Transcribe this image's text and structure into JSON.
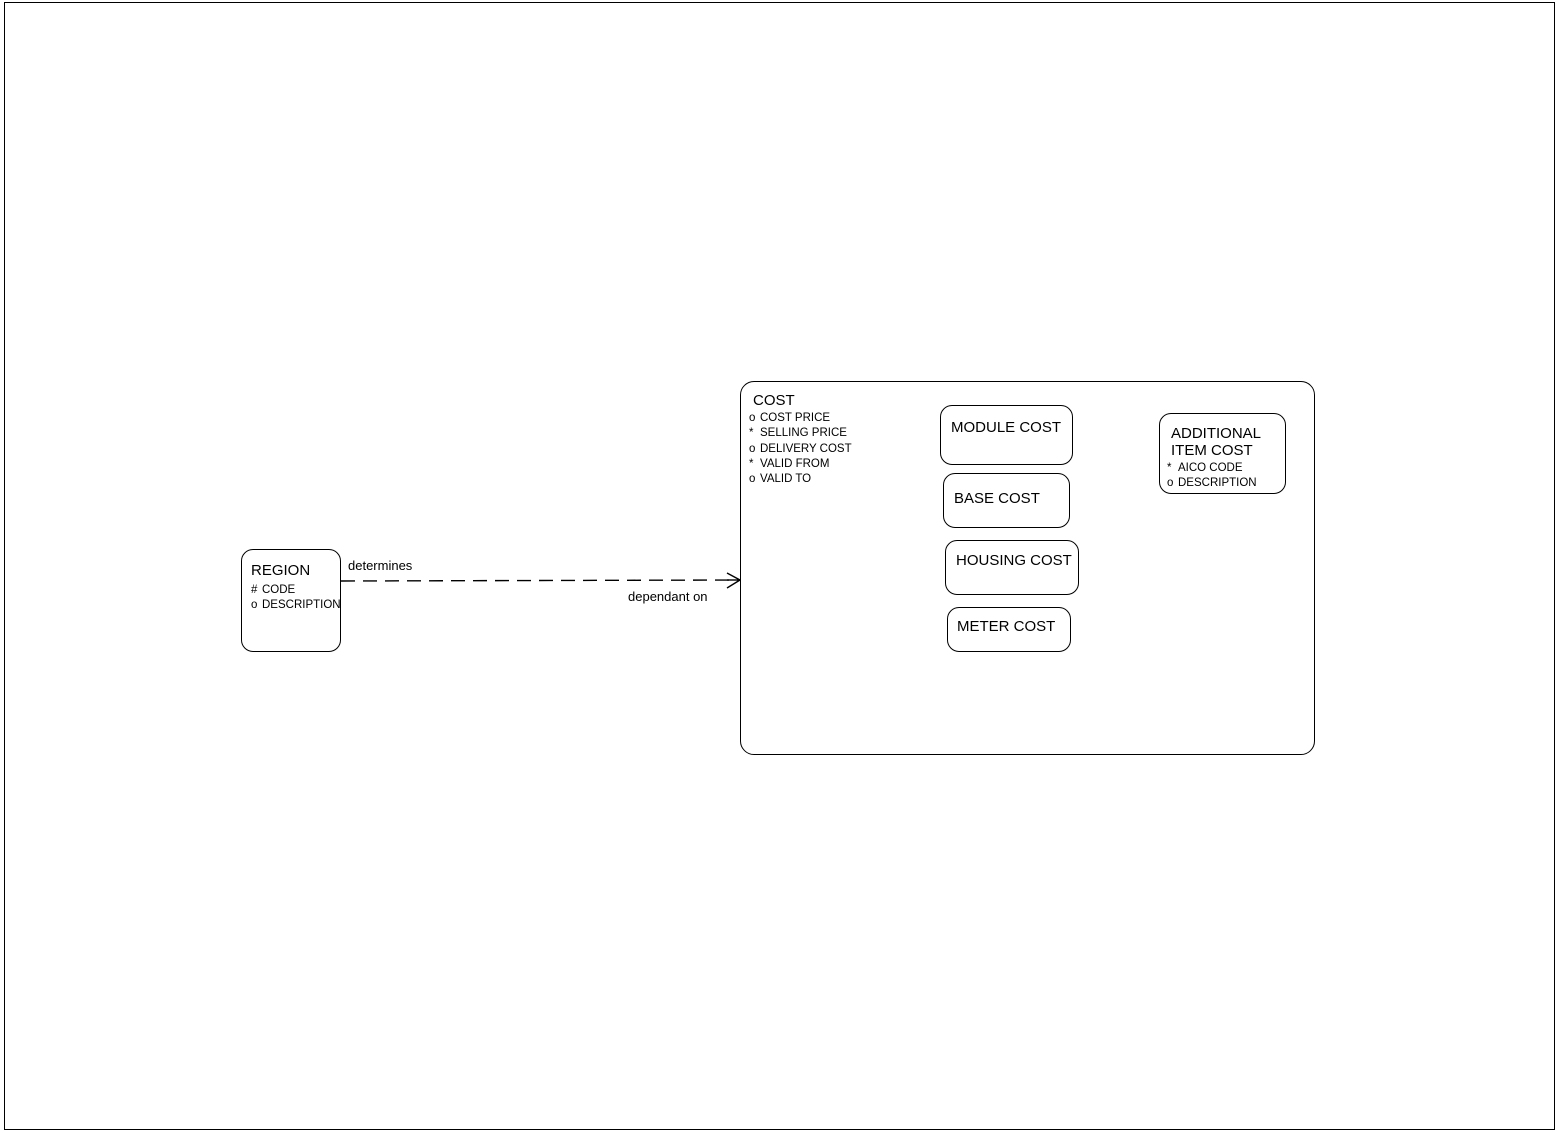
{
  "diagram": {
    "type": "entity-relationship-diagram",
    "title": "",
    "border_color": "#000000",
    "background_color": "#ffffff",
    "line_color": "#000000"
  },
  "entities": {
    "region": {
      "name": "REGION",
      "attributes": [
        {
          "mark": "#",
          "label": "CODE"
        },
        {
          "mark": "o",
          "label": "DESCRIPTION"
        }
      ]
    },
    "cost": {
      "name": "COST",
      "attributes": [
        {
          "mark": "o",
          "label": "COST PRICE"
        },
        {
          "mark": "*",
          "label": "SELLING PRICE"
        },
        {
          "mark": "o",
          "label": "DELIVERY COST"
        },
        {
          "mark": "*",
          "label": "VALID FROM"
        },
        {
          "mark": "o",
          "label": "VALID TO"
        }
      ],
      "subtypes": [
        {
          "name": "MODULE COST"
        },
        {
          "name": "BASE COST"
        },
        {
          "name": "HOUSING COST"
        },
        {
          "name": "METER COST"
        }
      ],
      "additional_item_cost": {
        "name_line_1": "ADDITIONAL",
        "name_line_2": "ITEM COST",
        "attributes": [
          {
            "mark": "*",
            "label": "AICO CODE"
          },
          {
            "mark": "o",
            "label": "DESCRIPTION"
          }
        ]
      }
    }
  },
  "relationships": [
    {
      "from": "REGION",
      "to": "COST",
      "label_from": "determines",
      "label_to": "dependant on",
      "line_style": "dashed",
      "end_marker": "crows-foot"
    }
  ]
}
